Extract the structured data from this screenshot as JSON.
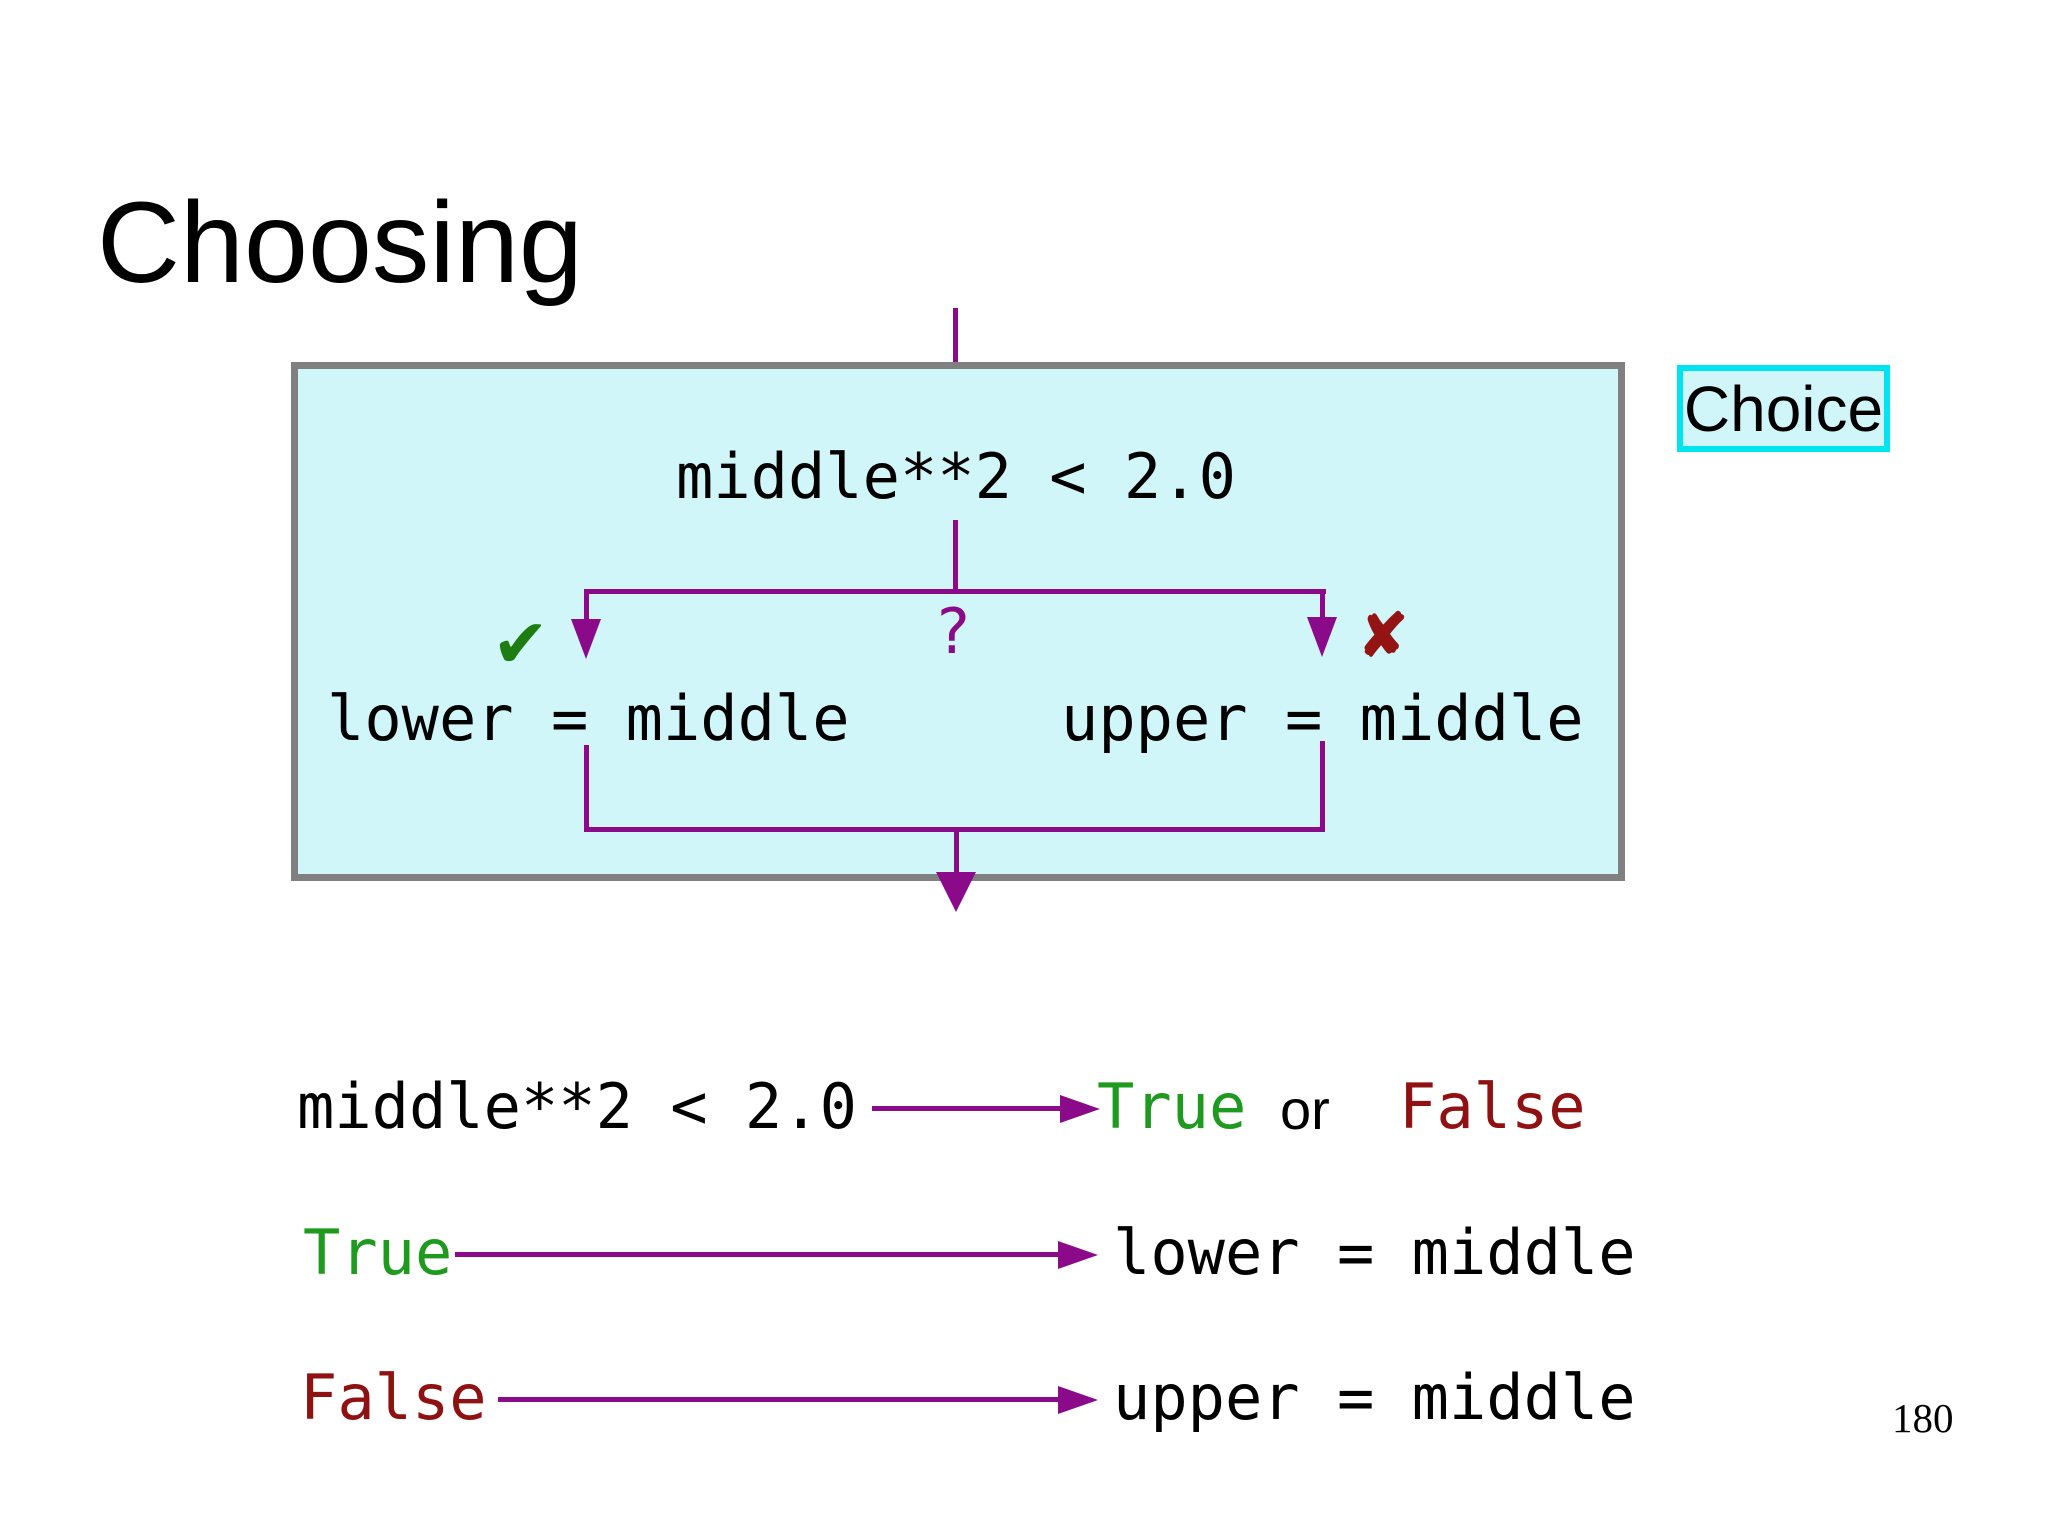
{
  "slide": {
    "title": "Choosing",
    "page_number": "180"
  },
  "flowchart": {
    "label": "Choice",
    "condition": "middle**2 < 2.0",
    "question_glyph": "?",
    "true_branch": {
      "mark_glyph": "✔",
      "statement": "lower = middle"
    },
    "false_branch": {
      "mark_glyph": "✘",
      "statement": "upper = middle"
    }
  },
  "legend": {
    "row1": {
      "left": "middle**2 < 2.0",
      "true_word": "True",
      "or_word": "or",
      "false_word": "False"
    },
    "row2": {
      "left": "True",
      "right": "lower = middle"
    },
    "row3": {
      "left": "False",
      "right": "upper = middle"
    }
  },
  "colors": {
    "flow_purple": "#8a0a8a",
    "check_green": "#1e7d12",
    "true_green": "#1e9b1e",
    "cross_red": "#941414",
    "false_red": "#8f1111",
    "box_fill": "#d0f6fa",
    "box_border_gray": "#808080",
    "choice_border_cyan": "#00e4f0"
  }
}
